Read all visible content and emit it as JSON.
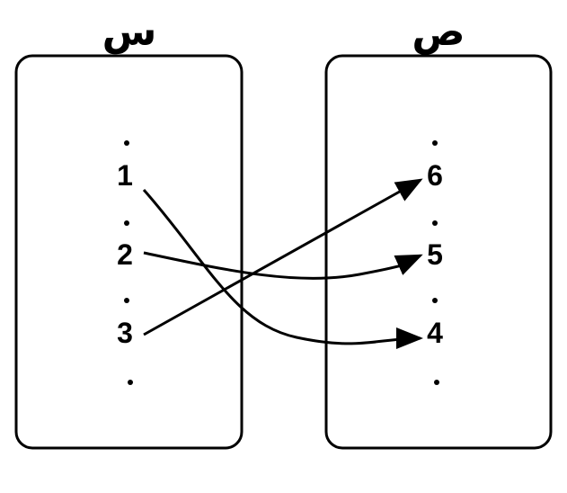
{
  "domain_set": {
    "title": "س",
    "elements": [
      "1",
      "2",
      "3"
    ],
    "ellipsis": "."
  },
  "codomain_set": {
    "title": "ص",
    "elements": [
      "6",
      "5",
      "4"
    ],
    "ellipsis": "."
  },
  "mapping": [
    {
      "from": "1",
      "to": "4"
    },
    {
      "from": "2",
      "to": "5"
    },
    {
      "from": "3",
      "to": "6"
    }
  ],
  "colors": {
    "stroke": "#000000",
    "background": "#ffffff"
  }
}
